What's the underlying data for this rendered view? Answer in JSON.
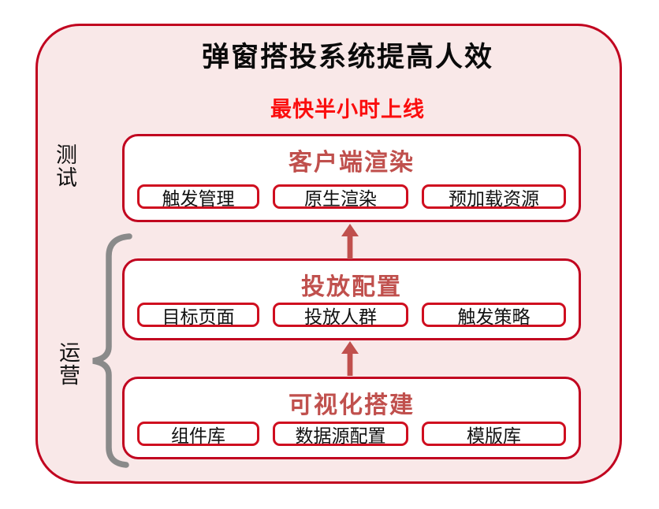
{
  "title": "弹窗搭投系统提高人效",
  "subtitle": "最快半小时上线",
  "side_labels": [
    {
      "id": "test",
      "text": "测试"
    },
    {
      "id": "ops",
      "text": "运营"
    }
  ],
  "stages": [
    {
      "title": "客户端渲染",
      "items": [
        "触发管理",
        "原生渲染",
        "预加载资源"
      ]
    },
    {
      "title": "投放配置",
      "items": [
        "目标页面",
        "投放人群",
        "触发策略"
      ]
    },
    {
      "title": "可视化搭建",
      "items": [
        "组件库",
        "数据源配置",
        "模版库"
      ]
    }
  ],
  "flow": {
    "direction": "bottom-to-top",
    "arrows": [
      {
        "from": "投放配置",
        "to": "客户端渲染"
      },
      {
        "from": "可视化搭建",
        "to": "投放配置"
      }
    ],
    "brace_groups": [
      {
        "label": "运营",
        "covers": [
          "投放配置",
          "可视化搭建"
        ]
      },
      {
        "label": "测试",
        "covers": [
          "客户端渲染"
        ]
      }
    ]
  },
  "icons": [
    "up-arrow-icon",
    "left-curly-brace-icon"
  ],
  "colors": {
    "frame_border": "#c1031f",
    "panel_background": "#f9e8e8",
    "stage_border": "#c1031f",
    "chip_border": "#cf0e1f",
    "stage_title": "#c0504d",
    "arrow": "#c0504d",
    "subtitle": "#fb0d0d",
    "title": "#0a0a0a",
    "brace": "#8a8a8a"
  }
}
